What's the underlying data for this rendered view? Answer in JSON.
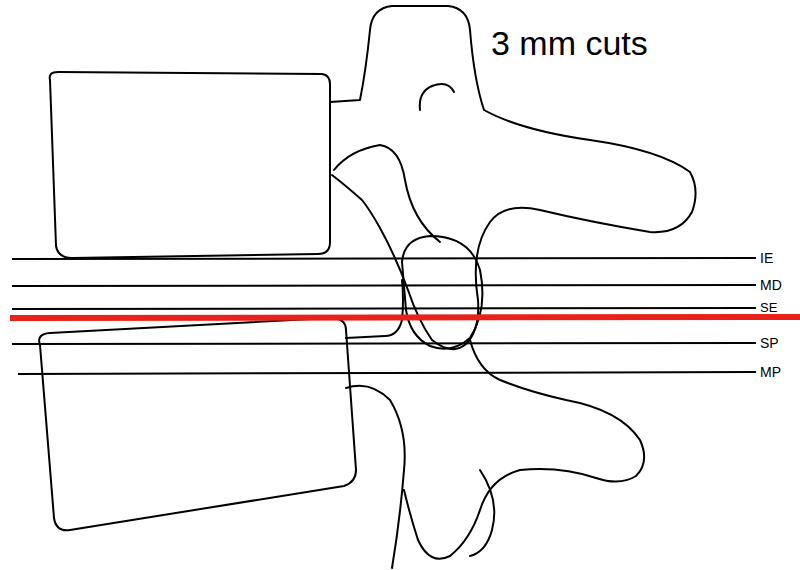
{
  "diagram": {
    "labels": [
      "3 mm cuts",
      "IE",
      "MD",
      "SE",
      "SP",
      "MP"
    ]
  }
}
